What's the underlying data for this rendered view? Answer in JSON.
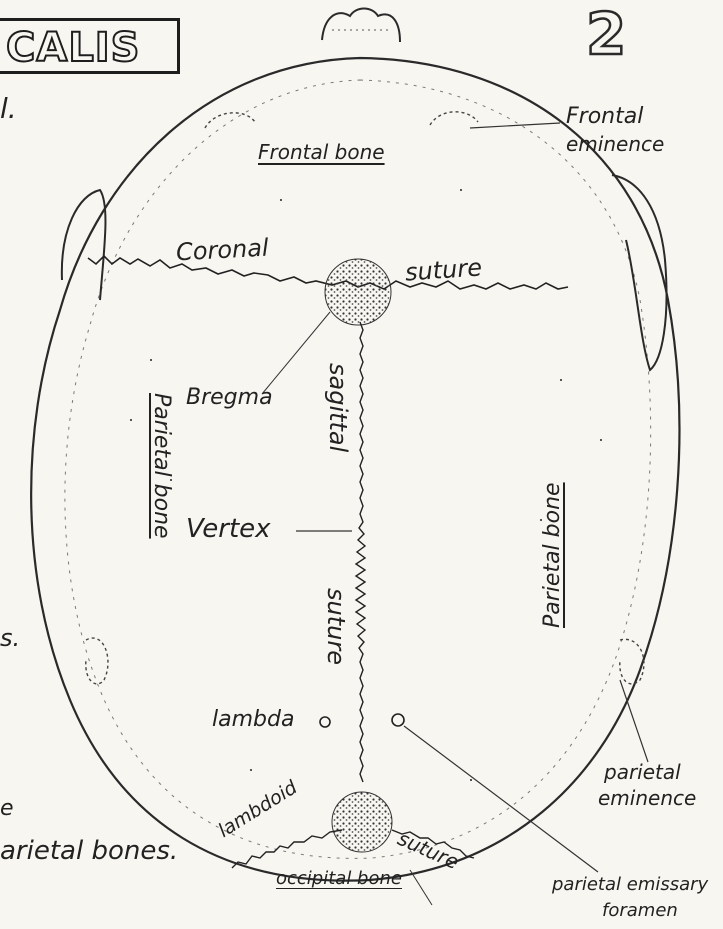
{
  "header": {
    "title": "CALIS",
    "page_number": "2"
  },
  "margin_fragments": {
    "top": "l.",
    "middle": "s.",
    "lower": "e",
    "bottom": "arietal bones."
  },
  "labels": {
    "frontal_bone": "Frontal bone",
    "frontal_eminence_line1": "Frontal",
    "frontal_eminence_line2": "eminence",
    "coronal": "Coronal",
    "suture_coronal": "suture",
    "bregma": "Bregma",
    "sagittal": "sagittal",
    "suture_sagittal": "suture",
    "parietal_bone_left": "Parietal bone",
    "parietal_bone_right": "Parietal bone",
    "vertex": "Vertex",
    "lambda": "lambda",
    "parietal_eminence_line1": "parietal",
    "parietal_eminence_line2": "eminence",
    "lambdoid": "lambdoid",
    "suture_lambdoid": "suture",
    "occipital_bone": "occipital bone",
    "parietal_emissary_line1": "parietal emissary",
    "parietal_emissary_line2": "foramen"
  },
  "colors": {
    "paper": "#f7f6f1",
    "ink": "#1e1e1e"
  }
}
